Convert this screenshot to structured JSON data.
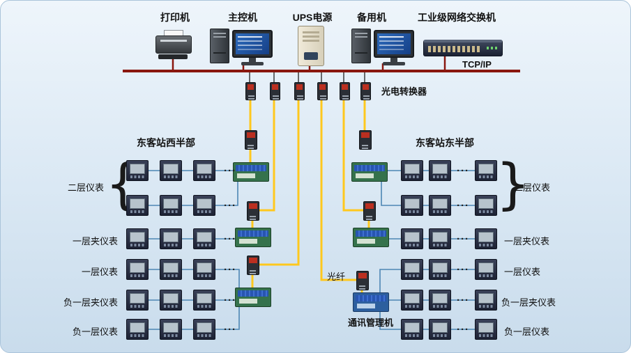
{
  "header_devices": {
    "printer": "打印机",
    "main_computer": "主控机",
    "ups": "UPS电源",
    "backup_computer": "备用机",
    "network_switch": "工业级网络交换机"
  },
  "network_labels": {
    "tcp_ip": "TCP/IP",
    "optical_converter": "光电转换器",
    "optical_fiber": "光纤",
    "comm_manager": "通讯管理机"
  },
  "sections": {
    "west": {
      "header": "东客站西半部",
      "row_labels": [
        "二层仪表",
        "一层夹仪表",
        "一层仪表",
        "负一层夹仪表",
        "负一层仪表"
      ]
    },
    "east": {
      "header": "东客站东半部",
      "row_labels": [
        "二层仪表",
        "一层夹仪表",
        "一层仪表",
        "负一层夹仪表",
        "负一层仪表"
      ]
    }
  },
  "braces": {
    "left": "{",
    "right": "}"
  },
  "ellipsis": "···",
  "colors": {
    "bus_line": "#8a170e",
    "stem_line": "#3a3a3a",
    "fiber_line": "#ffc81e",
    "meter_line": "#4d86b4"
  }
}
